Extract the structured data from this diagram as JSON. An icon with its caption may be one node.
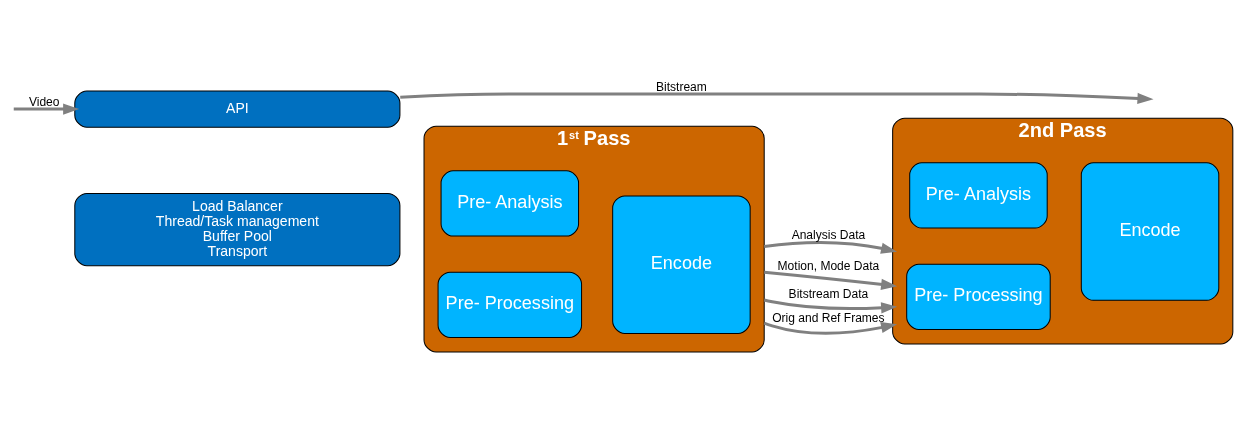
{
  "diagram": {
    "nodes": [
      {
        "text": [
          "API"
        ]
      },
      {
        "text": [
          "Load Balancer",
          "Thread/Task management",
          "Buffer Pool",
          "Transport"
        ]
      },
      {
        "text": [
          "1$^{st}$ Pass"
        ]
      },
      {
        "text": [
          "Pre- Processing"
        ],
        "in": 2
      },
      {
        "text": [
          "Pre- Analysis"
        ],
        "in": 2
      },
      {
        "text": [
          "Encode"
        ],
        "in": 2
      },
      {
        "text": [
          "2nd Pass"
        ]
      },
      {
        "text": [
          "Pre- Processing"
        ],
        "in": 6
      },
      {
        "text": [
          "Pre- Analysis"
        ],
        "in": 6
      },
      {
        "text": [
          "Encode"
        ],
        "in": 6
      }
    ],
    "edges": [
      {
        "from": 0,
        "to": null,
        "arrow": "to",
        "label": "Bitstream"
      },
      {
        "from": null,
        "to": 0,
        "arrow": "to",
        "label": "Video"
      },
      {
        "from": 2,
        "to": 6,
        "arrow": "to",
        "label": "Analysis Data"
      },
      {
        "from": 2,
        "to": 6,
        "arrow": "to",
        "label": "Motion, Mode Data"
      },
      {
        "from": 2,
        "to": 6,
        "arrow": "to",
        "label": "Bitstream Data"
      },
      {
        "from": 2,
        "to": 6,
        "arrow": "to",
        "label": "Orig and Ref Frames"
      }
    ]
  }
}
